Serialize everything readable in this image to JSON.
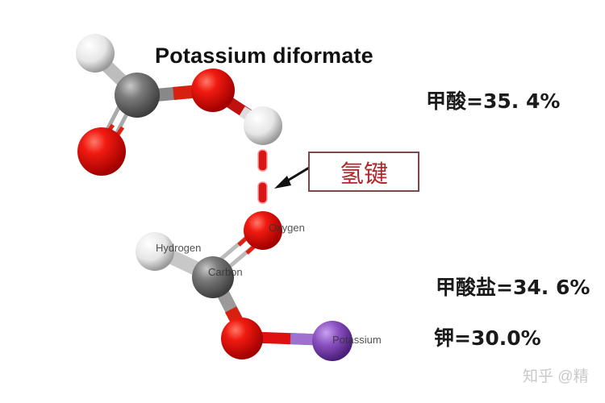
{
  "title": "Potassium diformate",
  "annotation": {
    "label": "氢键",
    "meaning": "hydrogen bond"
  },
  "composition": [
    {
      "label": "甲酸=35. 4%",
      "component": "甲酸",
      "value": "35.4%"
    },
    {
      "label": "甲酸盐=34. 6%",
      "component": "甲酸盐",
      "value": "34.6%"
    },
    {
      "label": "钾=30.0%",
      "component": "钾",
      "value": "30.0%"
    }
  ],
  "atom_labels": {
    "oxygen": "Oxygen",
    "hydrogen": "Hydrogen",
    "carbon": "Carbon",
    "potassium": "Potassium"
  },
  "colors": {
    "oxygen": "#e01010",
    "carbon": "#707070",
    "hydrogen": "#e8e8e8",
    "potassium": "#8a4fc0",
    "hbond": "#d81818",
    "box_border": "#7a4a4a"
  },
  "watermark": "知乎 @精"
}
